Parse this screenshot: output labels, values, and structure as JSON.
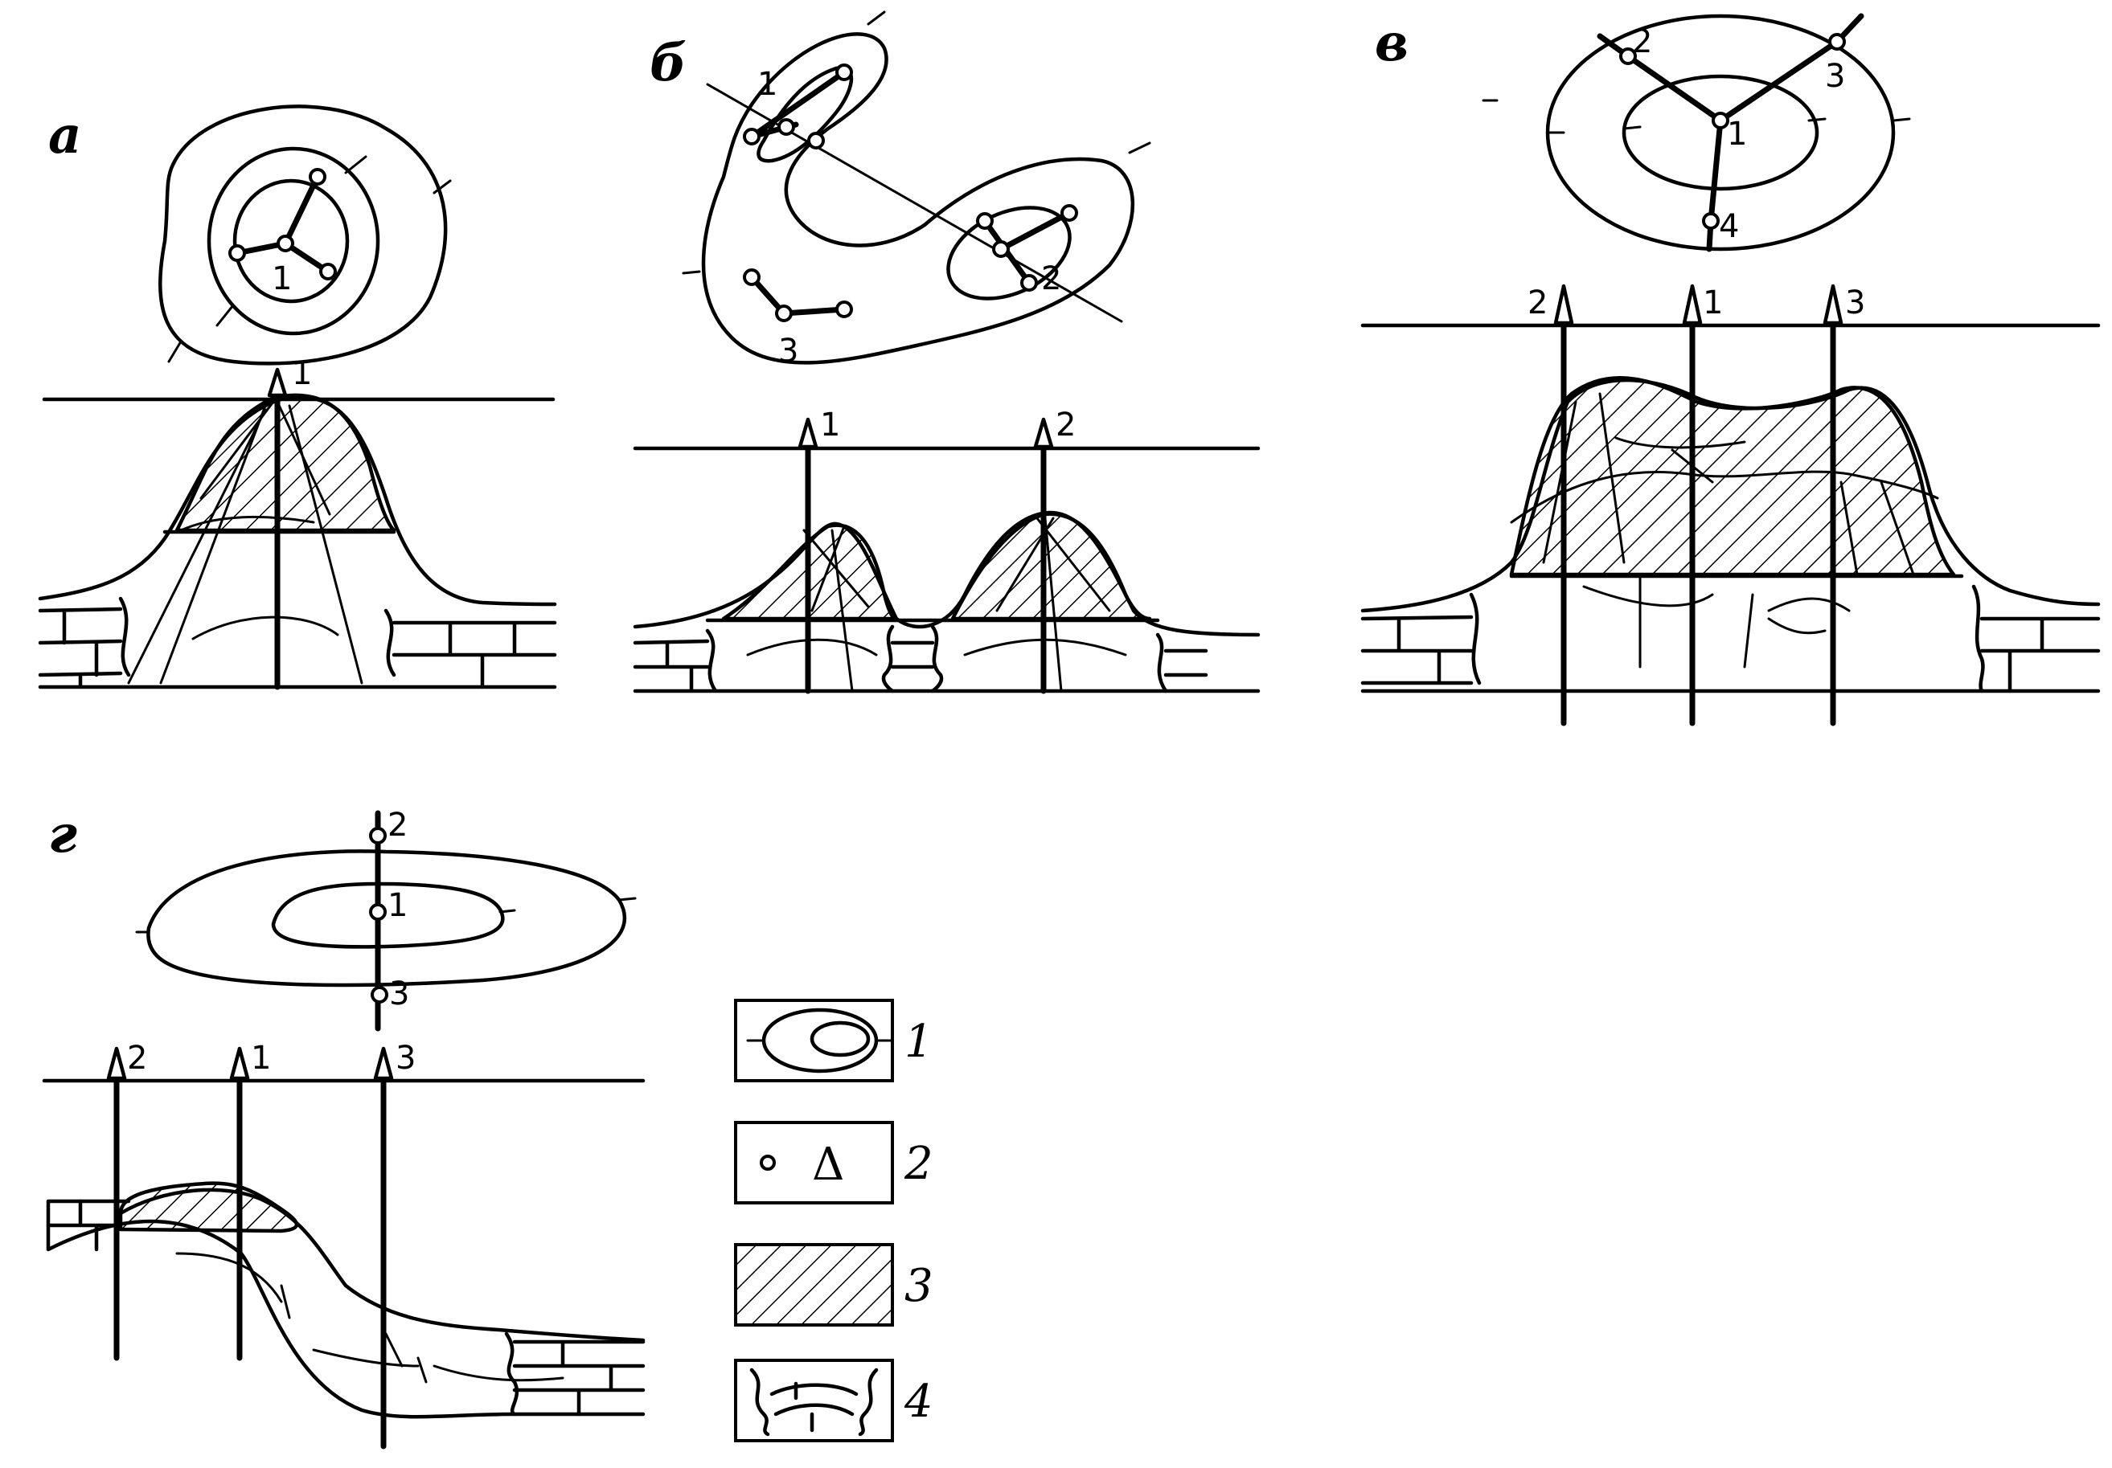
{
  "panels": {
    "a": {
      "letter": "а",
      "wells": [
        "1"
      ]
    },
    "b": {
      "letter": "б",
      "wells": [
        "1",
        "2",
        "3"
      ],
      "section_wells": [
        "1",
        "2"
      ]
    },
    "v": {
      "letter": "в",
      "wells": [
        "1",
        "2",
        "3",
        "4"
      ],
      "section_wells": [
        "2",
        "1",
        "3"
      ]
    },
    "g": {
      "letter": "г",
      "wells": [
        "2",
        "1",
        "3"
      ],
      "section_wells": [
        "2",
        "1",
        "3"
      ]
    }
  },
  "legend": [
    {
      "num": "1",
      "icon": "contour-lines-icon"
    },
    {
      "num": "2",
      "icon": "well-symbols-icon",
      "glyph": "Δ"
    },
    {
      "num": "3",
      "icon": "hatching-icon"
    },
    {
      "num": "4",
      "icon": "limestone-icon"
    }
  ]
}
